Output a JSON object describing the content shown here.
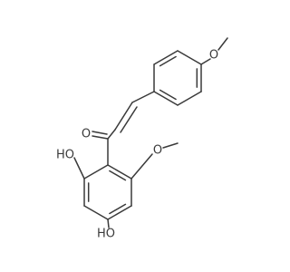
{
  "molecule": {
    "atoms": {
      "carbonyl_o": "O",
      "top_methoxy_o": "O",
      "ring_methoxy_o": "O",
      "ortho_hydroxyl": "HO",
      "para_hydroxyl": "HO"
    }
  }
}
